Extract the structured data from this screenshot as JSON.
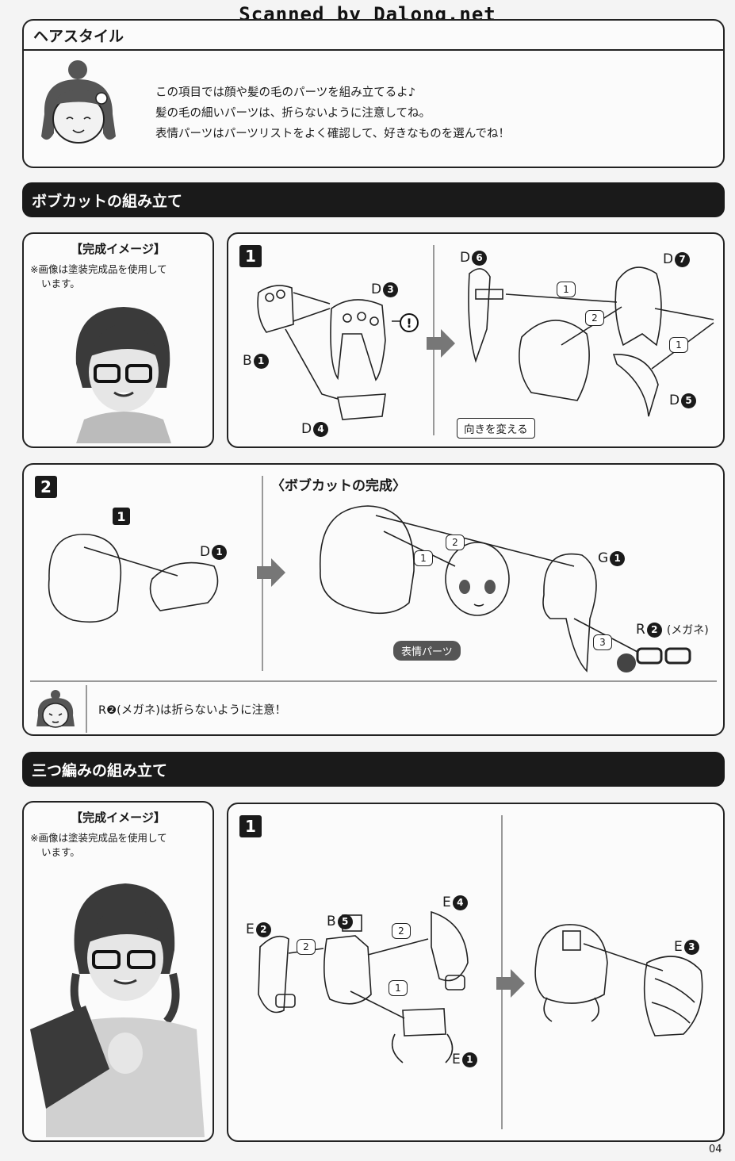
{
  "watermark": "Scanned by Dalong.net",
  "hair_style": {
    "title": "ヘアスタイル",
    "lines": [
      "この項目では顔や髪の毛のパーツを組み立てるよ♪",
      "髪の毛の細いパーツは、折らないように注意してね。",
      "表情パーツはパーツリストをよく確認して、好きなものを選んでね！"
    ]
  },
  "bob": {
    "section_title": "ボブカットの組み立て",
    "image_card": {
      "title": "【完成イメージ】",
      "note": "※画像は塗装完成品を使用して",
      "note2": "います。"
    },
    "step1": {
      "num": "1",
      "labels": {
        "b1": "B",
        "d3": "D",
        "d4": "D",
        "d6": "D",
        "d7": "D",
        "d5": "D"
      },
      "nums": {
        "b1": "1",
        "d3": "3",
        "d4": "4",
        "d6": "6",
        "d7": "7",
        "d5": "5"
      },
      "caution": "!",
      "order": [
        "1",
        "2",
        "1"
      ],
      "change_direction": "向きを変える"
    },
    "step2": {
      "num": "2",
      "ref_step": "1",
      "complete_title": "〈ボブカットの完成〉",
      "labels": {
        "d1": "D",
        "g1": "G",
        "r2": "R"
      },
      "nums": {
        "d1": "1",
        "g1": "1",
        "r2": "2"
      },
      "glasses": "(メガネ)",
      "order": [
        "2",
        "1",
        "3"
      ],
      "expression_parts": "表情パーツ",
      "warning": "R❷(メガネ)は折らないように注意！"
    }
  },
  "braid": {
    "section_title": "三つ編みの組み立て",
    "image_card": {
      "title": "【完成イメージ】",
      "note": "※画像は塗装完成品を使用して",
      "note2": "います。"
    },
    "step1": {
      "num": "1",
      "labels": {
        "e2": "E",
        "b5": "B",
        "e4": "E",
        "e1": "E",
        "e3": "E"
      },
      "nums": {
        "e2": "2",
        "b5": "5",
        "e4": "4",
        "e1": "1",
        "e3": "3"
      },
      "order": [
        "2",
        "2",
        "1"
      ]
    }
  },
  "page_number": "04"
}
